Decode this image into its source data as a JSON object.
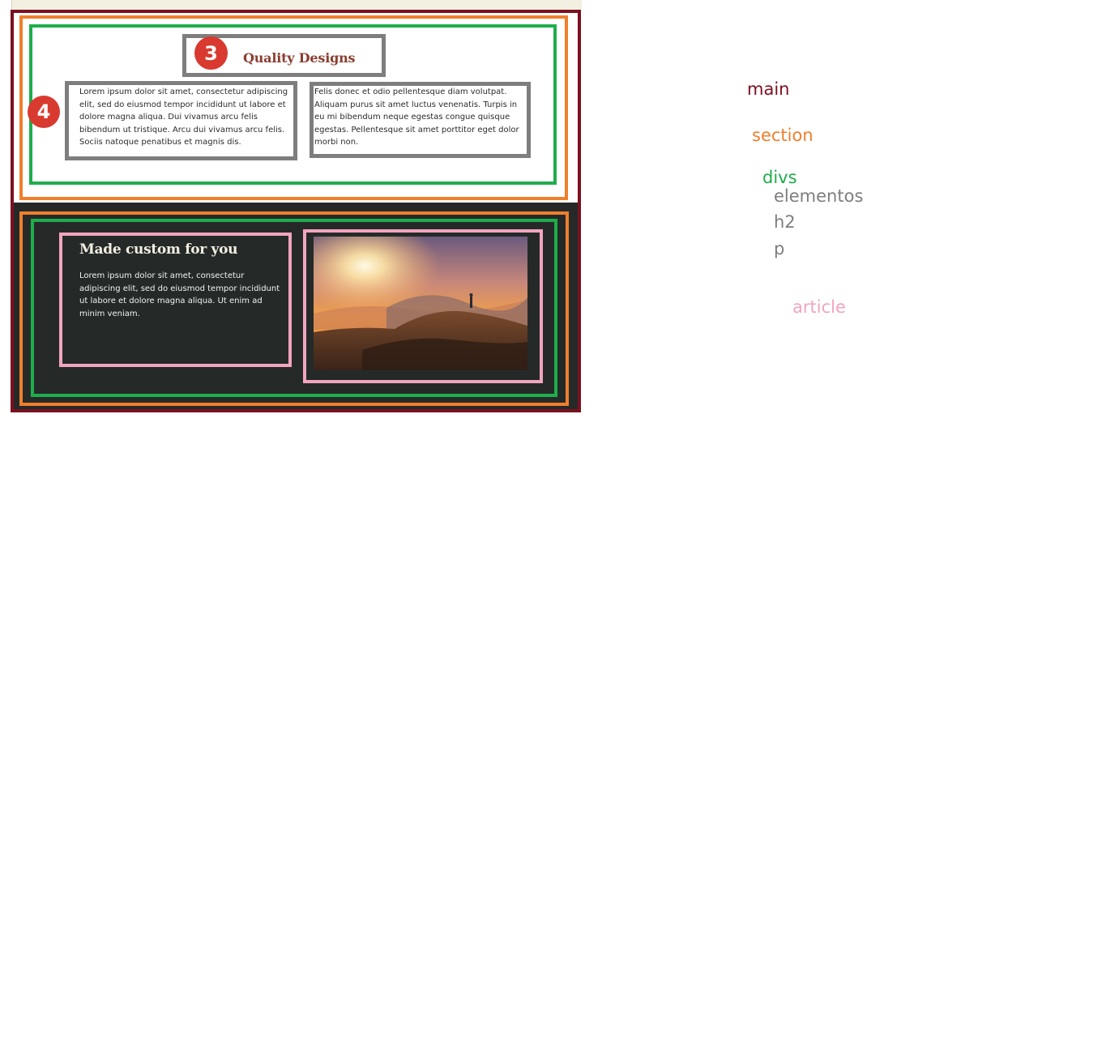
{
  "section_quality": {
    "badge_number": "3",
    "heading": "Quality Designs",
    "paragraph_left": "Lorem ipsum dolor sit amet, consectetur adipiscing elit, sed do eiusmod tempor incididunt ut labore et dolore magna aliqua. Dui vivamus arcu felis bibendum ut tristique. Arcu dui vivamus arcu felis. Sociis natoque penatibus et magnis dis.",
    "paragraph_right": "Felis donec et odio pellentesque diam volutpat. Aliquam purus sit amet luctus venenatis. Turpis in eu mi bibendum neque egestas congue quisque egestas. Pellentesque sit amet porttitor eget dolor morbi non.",
    "side_badge_number": "4"
  },
  "section_custom": {
    "heading": "Made custom for you",
    "paragraph": "Lorem ipsum dolor sit amet, consectetur adipiscing elit, sed do eiusmod tempor incididunt ut labore et dolore magna aliqua. Ut enim ad minim veniam.",
    "image_icon": "sunset-mountain-photo"
  },
  "legend": {
    "main": "main",
    "section": "section",
    "divs": "divs",
    "elementos": "elementos",
    "h2": "h2",
    "p": "p",
    "article": "article"
  },
  "colors": {
    "main": "#7b1020",
    "section": "#f07f2c",
    "divs": "#1fad4c",
    "elementos": "#7e7e7e",
    "article": "#f2a5bf",
    "badge": "#d83a2f",
    "dark_section_bg": "#252a29",
    "heading_brown": "#8b3d2f",
    "heading_cream": "#f3efe1"
  }
}
